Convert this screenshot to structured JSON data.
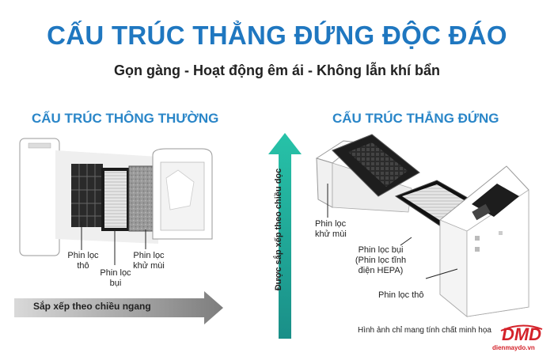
{
  "header": {
    "title": "CẤU TRÚC THẲNG ĐỨNG ĐỘC ĐÁO",
    "subtitle": "Gọn gàng - Hoạt động êm ái - Không lẫn khí bẩn"
  },
  "left_panel": {
    "title": "CẤU TRÚC THÔNG THƯỜNG",
    "labels": {
      "coarse": "Phin lọc\nthô",
      "dust": "Phin lọc\nbụi",
      "deodor": "Phin lọc\nkhử mùi"
    },
    "arrow_text": "Sắp xếp theo chiều ngang"
  },
  "middle": {
    "arrow_text": "Được sắp xếp theo chiều dọc"
  },
  "right_panel": {
    "title": "CẤU TRÚC THẲNG ĐỨNG",
    "labels": {
      "deodor": "Phin lọc\nkhử mùi",
      "dust": "Phin lọc bụi\n(Phin lọc tĩnh\nđiện HEPA)",
      "coarse": "Phin lọc thô"
    },
    "note": "Hình ảnh chỉ mang tính chất minh họa"
  },
  "brand": {
    "logo": "DMD",
    "site": "dienmaydo.vn"
  },
  "colors": {
    "title_blue": "#1f77c0",
    "section_blue": "#2a86c8",
    "teal_arrow": "#1aa89a",
    "gray_arrow": "#8c8c8c",
    "brand_red": "#d4222a"
  }
}
